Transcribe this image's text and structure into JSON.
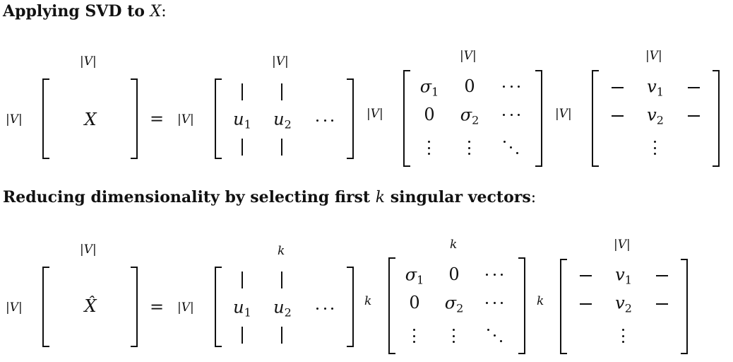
{
  "heading1": {
    "prefix": "Applying SVD to ",
    "var": "X",
    "suffix": ":"
  },
  "heading2": {
    "prefix": "Reducing dimensionality by selecting first ",
    "var": "k",
    "middle": " singular vectors",
    "suffix": ":"
  },
  "labels": {
    "V": "|V|",
    "k": "k"
  },
  "symbols": {
    "X": "X",
    "Xhat": "X̂",
    "equals": "=",
    "u": "u",
    "v": "v",
    "sigma": "σ",
    "zero": "0",
    "sub1": "1",
    "sub2": "2",
    "dash": "−"
  }
}
